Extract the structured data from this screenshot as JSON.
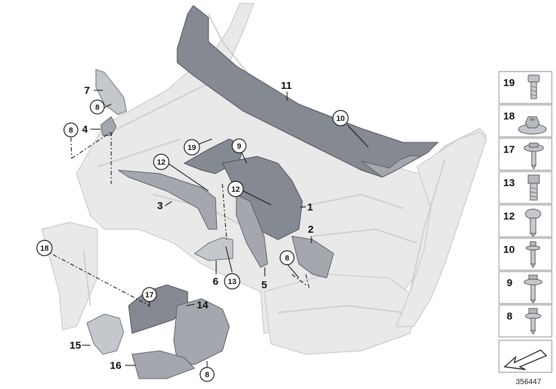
{
  "diagram_id": "356447",
  "callouts": [
    {
      "label": "11"
    },
    {
      "label": "7"
    },
    {
      "label": "4"
    },
    {
      "label": "3"
    },
    {
      "label": "1"
    },
    {
      "label": "2"
    },
    {
      "label": "5"
    },
    {
      "label": "6"
    },
    {
      "label": "14"
    },
    {
      "label": "15"
    },
    {
      "label": "16"
    }
  ],
  "circled_callouts": [
    {
      "label": "8"
    },
    {
      "label": "8"
    },
    {
      "label": "10"
    },
    {
      "label": "19"
    },
    {
      "label": "9"
    },
    {
      "label": "12"
    },
    {
      "label": "12"
    },
    {
      "label": "13"
    },
    {
      "label": "18"
    },
    {
      "label": "17"
    },
    {
      "label": "8"
    },
    {
      "label": "8"
    }
  ],
  "legend": [
    {
      "label": "19",
      "icon": "torx-bolt-icon"
    },
    {
      "label": "18",
      "icon": "cage-nut-icon"
    },
    {
      "label": "17",
      "icon": "collar-screw-icon"
    },
    {
      "label": "13",
      "icon": "hex-bolt-icon"
    },
    {
      "label": "12",
      "icon": "pan-head-screw-icon"
    },
    {
      "label": "10",
      "icon": "small-screw-icon"
    },
    {
      "label": "9",
      "icon": "flange-screw-icon"
    },
    {
      "label": "8",
      "icon": "hex-screw-washer-icon"
    }
  ],
  "legend_footer_icon": "direction-arrow-icon"
}
